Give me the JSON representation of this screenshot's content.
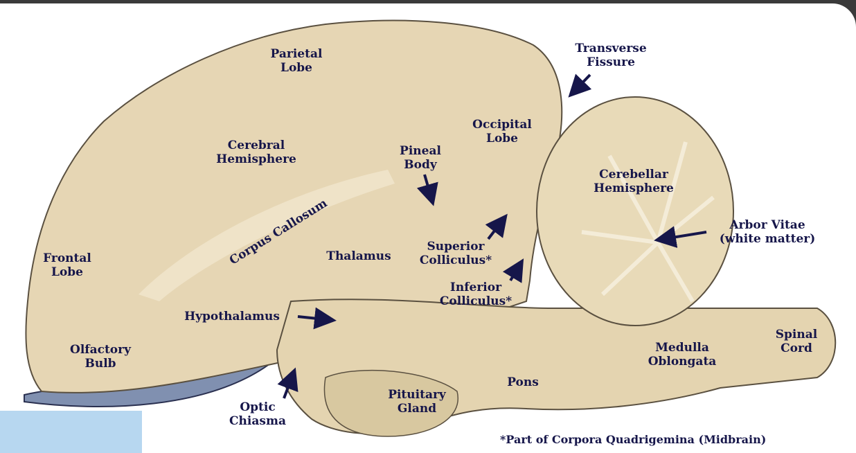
{
  "labels": {
    "parietal_lobe": [
      "Parietal",
      "Lobe"
    ],
    "transverse_fissure": [
      "Transverse",
      "Fissure"
    ],
    "cerebral_hemisphere": [
      "Cerebral",
      "Hemisphere"
    ],
    "occipital_lobe": [
      "Occipital",
      "Lobe"
    ],
    "pineal_body": [
      "Pineal",
      "Body"
    ],
    "cerebellar_hemisphere": [
      "Cerebellar",
      "Hemisphere"
    ],
    "corpus_callosum": "Corpus Callosum",
    "thalamus": "Thalamus",
    "superior_colliculus": [
      "Superior",
      "Colliculus*"
    ],
    "arbor_vitae": [
      "Arbor Vitae",
      "(white matter)"
    ],
    "frontal_lobe": [
      "Frontal",
      "Lobe"
    ],
    "inferior_colliculus": [
      "Inferior",
      "Colliculus*"
    ],
    "hypothalamus": "Hypothalamus",
    "olfactory_bulb": [
      "Olfactory",
      "Bulb"
    ],
    "medulla_oblongata": [
      "Medulla",
      "Oblongata"
    ],
    "spinal_cord": [
      "Spinal",
      "Cord"
    ],
    "pons": "Pons",
    "pituitary_gland": [
      "Pituitary",
      "Gland"
    ],
    "optic_chiasma": [
      "Optic",
      "Chiasma"
    ]
  },
  "footnote": "*Part of Corpora Quadrigemina (Midbrain)",
  "colors": {
    "label": "#16164a",
    "tissue": "#e6d6b4",
    "highlight": "#b7d7f0",
    "frame": "#3a3a3a"
  }
}
